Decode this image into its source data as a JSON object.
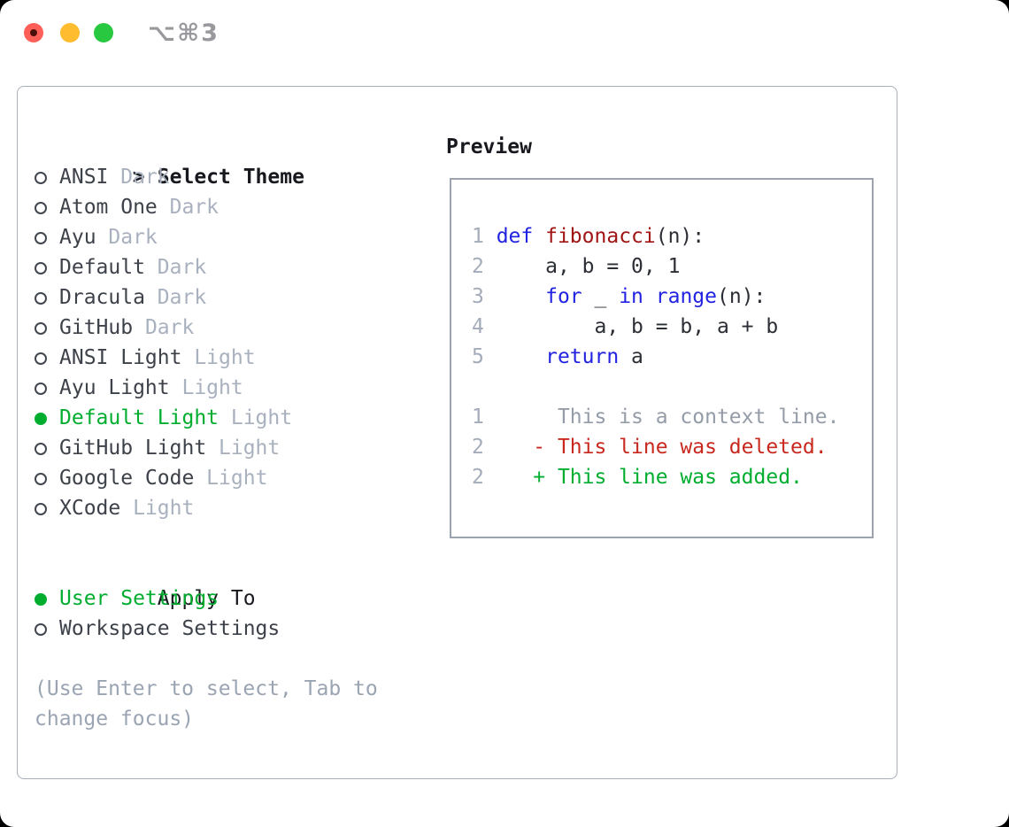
{
  "window": {
    "title_shortcut": "⌥⌘3"
  },
  "theme_list": {
    "cursor": ">",
    "header": "Select Theme",
    "items": [
      {
        "name": "ANSI",
        "variant": "Dark",
        "selected": false
      },
      {
        "name": "Atom One",
        "variant": "Dark",
        "selected": false
      },
      {
        "name": "Ayu",
        "variant": "Dark",
        "selected": false
      },
      {
        "name": "Default",
        "variant": "Dark",
        "selected": false
      },
      {
        "name": "Dracula",
        "variant": "Dark",
        "selected": false
      },
      {
        "name": "GitHub",
        "variant": "Dark",
        "selected": false
      },
      {
        "name": "ANSI Light",
        "variant": "Light",
        "selected": false
      },
      {
        "name": "Ayu Light",
        "variant": "Light",
        "selected": false
      },
      {
        "name": "Default Light",
        "variant": "Light",
        "selected": true
      },
      {
        "name": "GitHub Light",
        "variant": "Light",
        "selected": false
      },
      {
        "name": "Google Code",
        "variant": "Light",
        "selected": false
      },
      {
        "name": "XCode",
        "variant": "Light",
        "selected": false
      }
    ]
  },
  "apply_to": {
    "header": "Apply To",
    "options": [
      {
        "label": "User Settings",
        "selected": true
      },
      {
        "label": "Workspace Settings",
        "selected": false
      }
    ]
  },
  "hint": {
    "lines": [
      "(Use Enter to select, Tab to",
      "change focus)"
    ]
  },
  "preview": {
    "header": "Preview",
    "lines": [
      {
        "num": "1",
        "tokens": [
          [
            "kw",
            "def"
          ],
          [
            "plain",
            " "
          ],
          [
            "fn",
            "fibonacci"
          ],
          [
            "plain",
            "(n):"
          ]
        ]
      },
      {
        "num": "2",
        "tokens": [
          [
            "plain",
            "    a, b = 0, 1"
          ]
        ]
      },
      {
        "num": "3",
        "tokens": [
          [
            "plain",
            "    "
          ],
          [
            "kw",
            "for"
          ],
          [
            "plain",
            " _ "
          ],
          [
            "kw",
            "in"
          ],
          [
            "plain",
            " "
          ],
          [
            "kw",
            "range"
          ],
          [
            "plain",
            "(n):"
          ]
        ]
      },
      {
        "num": "4",
        "tokens": [
          [
            "plain",
            "        a, b = b, a + b"
          ]
        ]
      },
      {
        "num": "5",
        "tokens": [
          [
            "plain",
            "    "
          ],
          [
            "kw",
            "return"
          ],
          [
            "plain",
            " a"
          ]
        ]
      },
      {
        "num": "",
        "tokens": []
      },
      {
        "num": "1",
        "tokens": [
          [
            "ctx",
            "     This is a context line."
          ]
        ]
      },
      {
        "num": "2",
        "tokens": [
          [
            "plain",
            "   "
          ],
          [
            "del",
            "- This line was deleted."
          ]
        ]
      },
      {
        "num": "2",
        "tokens": [
          [
            "plain",
            "   "
          ],
          [
            "add",
            "+ This line was added."
          ]
        ]
      }
    ]
  },
  "colors": {
    "accent-green": "#00ad2f",
    "keyword-blue": "#2222e2",
    "function-red": "#a01414",
    "deleted-red": "#c8281e",
    "added-green": "#00ad2f",
    "code-plain": "#2b2e35",
    "context": "#949ca8",
    "line-num": "#a4acba",
    "muted": "#a9b1bf",
    "hint": "#9aa4b2",
    "text-dark": "#3d4149",
    "text-black": "#17191e",
    "panel-border": "#a9afb9",
    "preview-border": "#9ba3ae",
    "traffic-red": "#ff5f57",
    "traffic-yellow": "#febc2e",
    "traffic-green": "#28c840",
    "titlebar-gray": "#98989d"
  }
}
